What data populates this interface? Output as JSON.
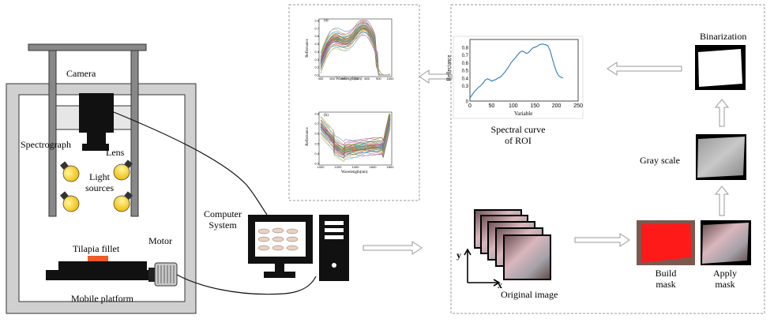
{
  "hardware": {
    "camera": "Camera",
    "spectrograph": "Spectrograph",
    "lens": "Lens",
    "light_line1": "Light",
    "light_line2": "sources",
    "sample": "Tilapia fillet",
    "motor": "Motor",
    "platform": "Mobile platform"
  },
  "computer": {
    "line1": "Computer",
    "line2": "System"
  },
  "spectral_plots": {
    "a": {
      "tag": "(a)",
      "ylabel": "Reflectance",
      "xlabel": "Wavelength(nm)",
      "yticks": [
        "0.1",
        "0.2",
        "0.3",
        "0.4",
        "0.5",
        "0.6",
        "0.7",
        "0.8"
      ],
      "xticks": [
        "400",
        "500",
        "600",
        "700",
        "800",
        "900",
        "1000"
      ]
    },
    "b": {
      "tag": "(b)",
      "ylabel": "Reflectance",
      "xlabel": "Wavelength(nm)",
      "yticks": [
        "0.3",
        "0.4",
        "0.5",
        "0.6",
        "0.7",
        "0.8"
      ],
      "xticks": [
        "1000",
        "1200",
        "1400",
        "1600",
        "1800"
      ]
    }
  },
  "roi_chart": {
    "ylabel": "Reflectance",
    "xlabel": "Variable",
    "yticks": [
      "0",
      "0.3",
      "0.4",
      "0.5",
      "0.6",
      "0.7",
      "0.8"
    ],
    "xticks": [
      "0",
      "50",
      "100",
      "150",
      "200",
      "250"
    ],
    "color": "#2b7bba",
    "chart_data": {
      "type": "line",
      "x": [
        0,
        5,
        10,
        15,
        20,
        25,
        30,
        35,
        40,
        45,
        50,
        55,
        60,
        65,
        70,
        75,
        80,
        85,
        90,
        95,
        100,
        105,
        110,
        115,
        120,
        125,
        130,
        135,
        140,
        145,
        150,
        155,
        160,
        165,
        170,
        175,
        180,
        185,
        190,
        195,
        200,
        205,
        210,
        215
      ],
      "y": [
        0.14,
        0.18,
        0.22,
        0.25,
        0.28,
        0.3,
        0.33,
        0.37,
        0.39,
        0.38,
        0.36,
        0.37,
        0.38,
        0.4,
        0.41,
        0.44,
        0.47,
        0.51,
        0.55,
        0.6,
        0.63,
        0.66,
        0.7,
        0.73,
        0.75,
        0.74,
        0.72,
        0.73,
        0.76,
        0.79,
        0.8,
        0.81,
        0.83,
        0.84,
        0.84,
        0.83,
        0.82,
        0.76,
        0.66,
        0.56,
        0.48,
        0.43,
        0.41,
        0.4
      ],
      "xlim": [
        0,
        250
      ],
      "ylim": [
        0.1,
        0.9
      ],
      "xlabel": "Variable",
      "ylabel": "Reflectance"
    }
  },
  "steps": {
    "roi": {
      "line1": "Spectral curve",
      "line2": "of ROI"
    },
    "binarization": "Binarization",
    "gray": "Gray scale",
    "build": {
      "line1": "Build",
      "line2": "mask"
    },
    "apply": {
      "line1": "Apply",
      "line2": "mask"
    },
    "original": "Original image",
    "axis_y": "y",
    "axis_x": "x"
  },
  "colors": {
    "frame": "#808080",
    "mask_red": "#ff1a1a",
    "arrow": "#bbbbbb",
    "bulb": "#f5c400"
  }
}
